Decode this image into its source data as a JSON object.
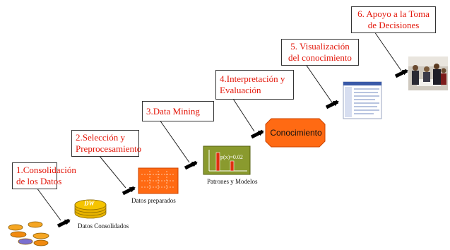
{
  "steps": [
    {
      "label": "1.Consolidación de los Datos"
    },
    {
      "label": "2.Selección y Preprocesamiento"
    },
    {
      "label": "3.Data Mining"
    },
    {
      "label": "4.Interpretación y Evaluación"
    },
    {
      "label": "5. Visualización del conocimiento"
    },
    {
      "label": "6. Apoyo a la Toma de Decisiones"
    }
  ],
  "captions": {
    "dw_label": "DW",
    "datos_consolidados": "Datos Consolidados",
    "datos_preparados": "Datos preparados",
    "patrones_modelos": "Patrones y Modelos",
    "pattern_formula": "p(x)=0.02",
    "conocimiento": "Conocimiento"
  },
  "colors": {
    "step_text": "#e3170a",
    "knowledge_fill": "#ff6a13",
    "knowledge_stroke": "#cc4400",
    "disk_fill": "#f5a623",
    "db_fill": "#f5c400",
    "prepared_fill": "#ff6a13",
    "pattern_fill": "#8a9a2e"
  }
}
